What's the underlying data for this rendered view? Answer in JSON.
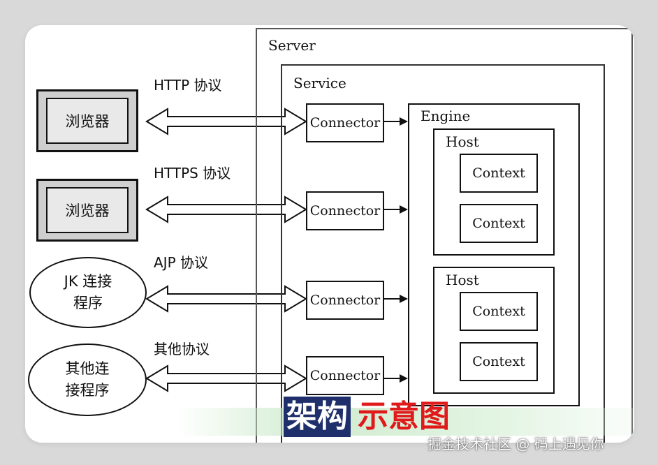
{
  "diagram": {
    "server_label": "Server",
    "service_label": "Service",
    "engine_label": "Engine",
    "clients": [
      {
        "kind": "browser",
        "label": "浏览器",
        "protocol": "HTTP 协议"
      },
      {
        "kind": "browser",
        "label": "浏览器",
        "protocol": "HTTPS 协议"
      },
      {
        "kind": "program",
        "label_line1": "JK 连接",
        "label_line2": "程序",
        "protocol": "AJP 协议"
      },
      {
        "kind": "program",
        "label_line1": "其他连",
        "label_line2": "接程序",
        "protocol": "其他协议"
      }
    ],
    "connectors": [
      "Connector",
      "Connector",
      "Connector",
      "Connector"
    ],
    "hosts": [
      {
        "label": "Host",
        "contexts": [
          "Context",
          "Context"
        ]
      },
      {
        "label": "Host",
        "contexts": [
          "Context",
          "Context"
        ]
      }
    ]
  },
  "caption": {
    "part1": "架构",
    "part2": "示意图"
  },
  "watermark": "掘金技术社区 @ 码上遇见你",
  "colors": {
    "title_bg": "#1f2f6b",
    "title_accent": "#e01a1a"
  }
}
